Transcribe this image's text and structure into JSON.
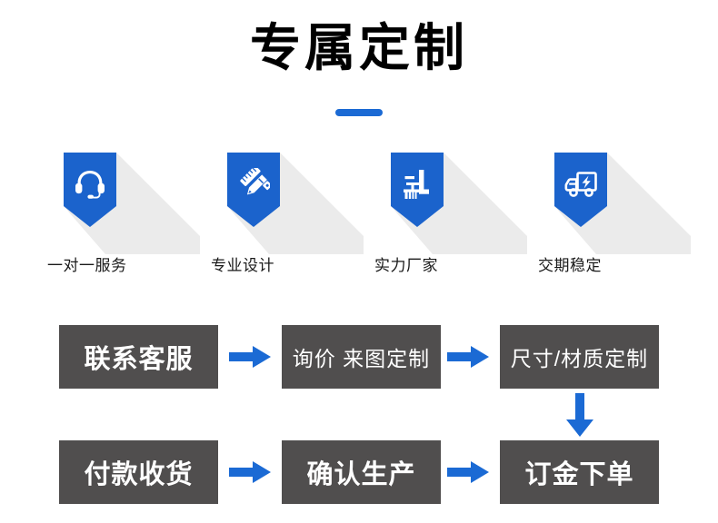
{
  "header": {
    "title": "专属定制",
    "accent_color": "#1b6ad4"
  },
  "features": [
    {
      "icon": "headset-icon",
      "label": "一对一服务"
    },
    {
      "icon": "pencil-ruler-icon",
      "label": "专业设计"
    },
    {
      "icon": "factory-icon",
      "label": "实力厂家"
    },
    {
      "icon": "delivery-truck-icon",
      "label": "交期稳定"
    }
  ],
  "flow": {
    "box_color": "#504e4e",
    "arrow_color": "#1b6ad4",
    "row1": [
      {
        "label": "联系客服"
      },
      {
        "label": "询价 来图定制"
      },
      {
        "label": "尺寸/材质定制"
      }
    ],
    "row2": [
      {
        "label": "付款收货"
      },
      {
        "label": "确认生产"
      },
      {
        "label": "订金下单"
      }
    ]
  }
}
